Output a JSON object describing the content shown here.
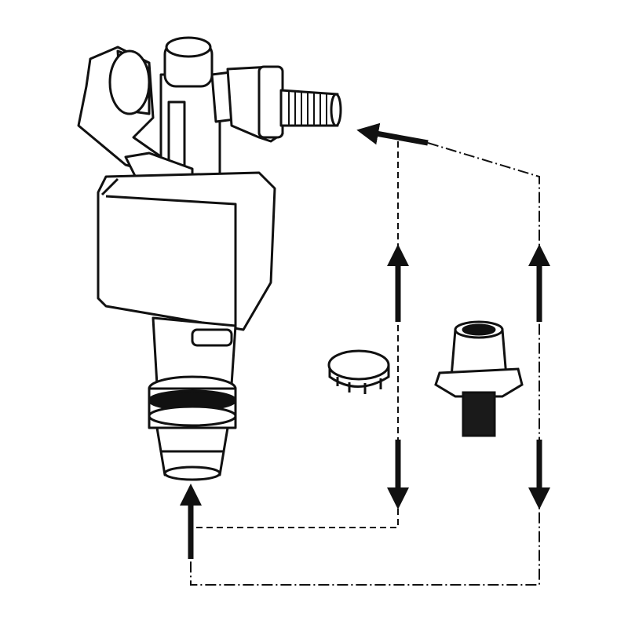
{
  "diagram": {
    "colors": {
      "line": "#111111",
      "background": "#ffffff",
      "fill": "#ffffff",
      "dark_fill": "#1a1a1a"
    },
    "parts": [
      "fill-valve",
      "cap",
      "threaded-adapter"
    ],
    "connector_styles": [
      "dashed",
      "dash-dot"
    ]
  }
}
